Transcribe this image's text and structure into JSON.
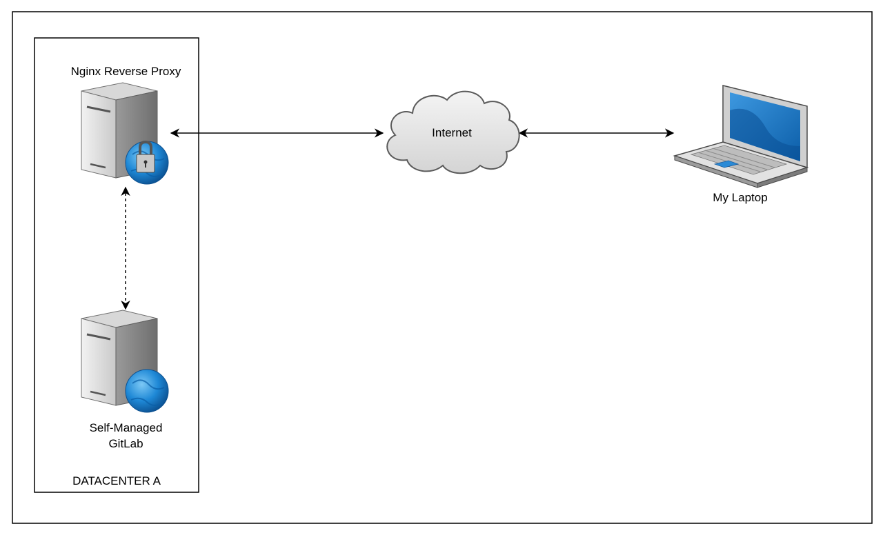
{
  "diagram": {
    "container_label": "DATACENTER A",
    "nodes": {
      "proxy": {
        "label": "Nginx Reverse Proxy",
        "icon": "secure-web-server-icon"
      },
      "gitlab": {
        "label_line1": "Self-Managed",
        "label_line2": "GitLab",
        "icon": "web-server-icon"
      },
      "internet": {
        "label": "Internet",
        "icon": "cloud-icon"
      },
      "laptop": {
        "label": "My Laptop",
        "icon": "laptop-icon"
      }
    },
    "edges": [
      {
        "from": "proxy",
        "to": "internet",
        "style": "solid",
        "arrows": "both"
      },
      {
        "from": "internet",
        "to": "laptop",
        "style": "solid",
        "arrows": "both"
      },
      {
        "from": "proxy",
        "to": "gitlab",
        "style": "dashed",
        "arrows": "both"
      }
    ],
    "colors": {
      "server_light": "#e6e6e6",
      "server_dark": "#8e8e8e",
      "globe_blue": "#1e88d6",
      "cloud_fill": "#e8e8e8",
      "laptop_screen": "#1273c4"
    }
  }
}
